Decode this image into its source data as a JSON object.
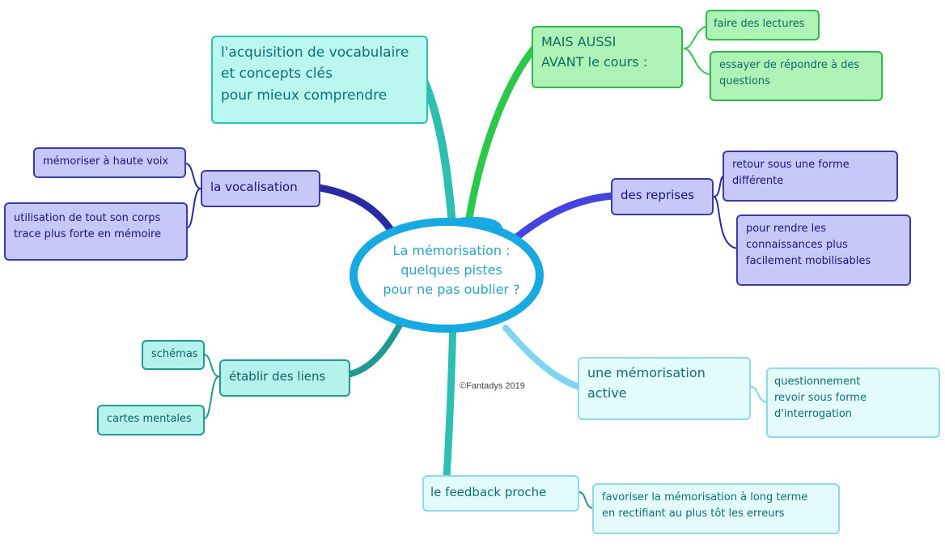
{
  "center": {
    "title": "La mémorisation :\nquelques pistes\npour ne pas oublier ?"
  },
  "copyright": "©Fantadys 2019",
  "colors": {
    "cyan_branch": "#2dbfb1",
    "purple_branch": "#3a3aa8",
    "green_branch": "#2cc84a",
    "blue_branch": "#4444e0",
    "light_blue_branch": "#7fd4f0",
    "teal_branch": "#1f9a93",
    "center_ring": "#17a9e1"
  },
  "nodes": {
    "acquisition": "l'acquisition de vocabulaire\net concepts clés\npour mieux comprendre",
    "mais_aussi": "MAIS AUSSI\nAVANT le cours :",
    "faire_lectures": "faire des lectures",
    "essayer": "essayer de répondre à des\nquestions",
    "vocalisation": "la vocalisation",
    "memoriser_voix": "mémoriser à haute voix",
    "utilisation_corps": "utilisation de tout son corps\ntrace plus forte en mémoire",
    "reprises": "des reprises",
    "retour_forme": "retour sous une forme\ndifférente",
    "rendre_connaissances": "pour rendre les\nconnaissances plus\nfacilement mobilisables",
    "etablir_liens": "établir des liens",
    "schemas": "schémas",
    "cartes_mentales": "cartes mentales",
    "memorisation_active": "une mémorisation\nactive",
    "questionnement": "questionnement\nrevoir sous forme\nd'interrogation",
    "feedback": "le feedback proche",
    "favoriser": "favoriser la mémorisation à long terme\nen rectifiant au plus tôt les erreurs"
  }
}
